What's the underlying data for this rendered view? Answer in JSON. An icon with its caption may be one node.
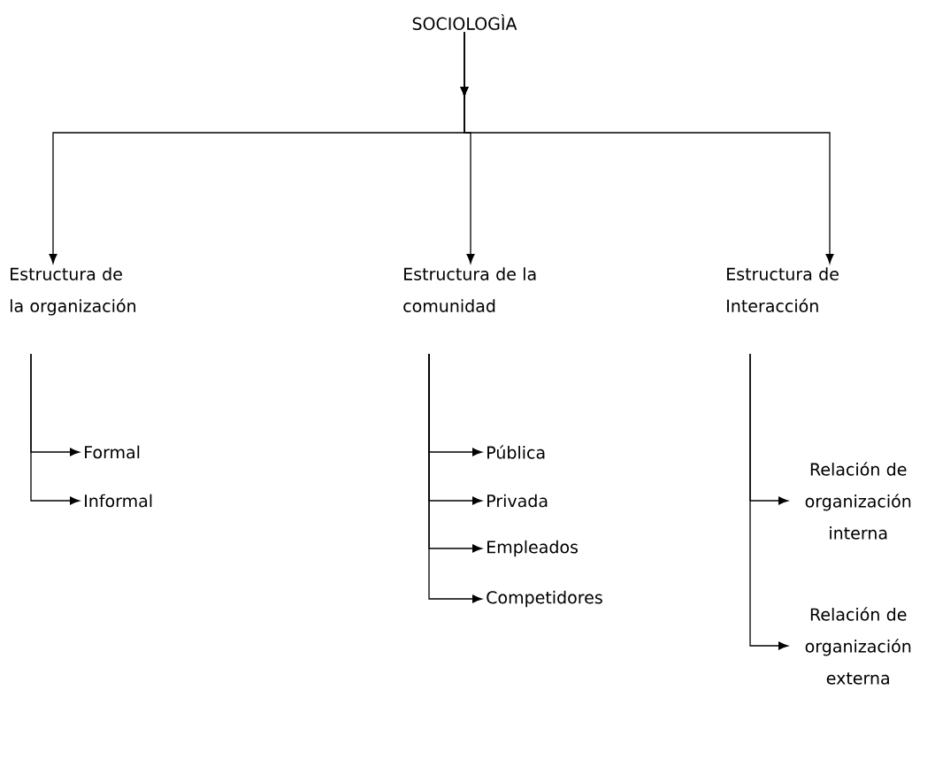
{
  "diagram": {
    "nodes": [
      {
        "text": [
          "SOCIOLOGÌA"
        ]
      },
      {
        "text": [
          "Estructura de la organización"
        ]
      },
      {
        "text": [
          "Estructura de la comunidad"
        ]
      },
      {
        "text": [
          "Estructura de Interacción"
        ]
      },
      {
        "text": [
          "Formal"
        ]
      },
      {
        "text": [
          "Informal"
        ]
      },
      {
        "text": [
          "Pública"
        ]
      },
      {
        "text": [
          "Privada"
        ]
      },
      {
        "text": [
          "Empleados"
        ]
      },
      {
        "text": [
          "Competidores"
        ]
      },
      {
        "text": [
          "Relación de organización interna"
        ]
      },
      {
        "text": [
          "Relación de organización externa"
        ]
      }
    ],
    "edges": [
      {
        "from": 0,
        "to": 1,
        "arrow": "to"
      },
      {
        "from": 0,
        "to": 2,
        "arrow": "to"
      },
      {
        "from": 0,
        "to": 3,
        "arrow": "to"
      },
      {
        "from": 1,
        "to": 4,
        "arrow": "to"
      },
      {
        "from": 1,
        "to": 5,
        "arrow": "to"
      },
      {
        "from": 2,
        "to": 6,
        "arrow": "to"
      },
      {
        "from": 2,
        "to": 7,
        "arrow": "to"
      },
      {
        "from": 2,
        "to": 8,
        "arrow": "to"
      },
      {
        "from": 2,
        "to": 9,
        "arrow": "to"
      },
      {
        "from": 3,
        "to": 10,
        "arrow": "to"
      },
      {
        "from": 3,
        "to": 11,
        "arrow": "to"
      }
    ]
  }
}
